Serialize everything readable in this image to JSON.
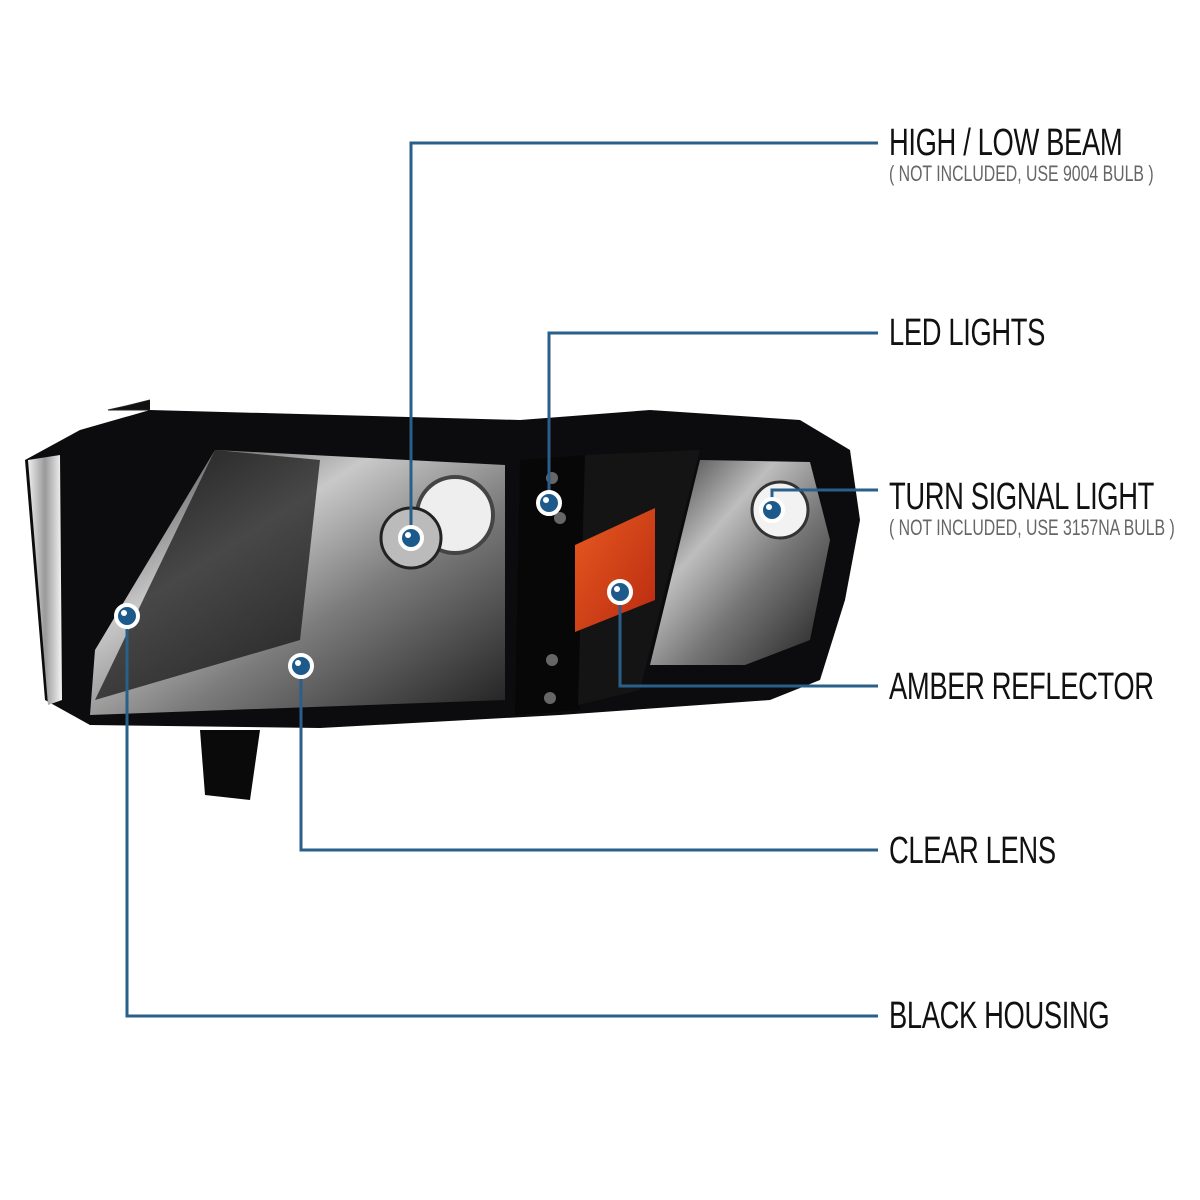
{
  "colors": {
    "line": "#2a5f8a",
    "dot": "#1d5a8c",
    "title": "#111111",
    "subtitle": "#666666"
  },
  "callouts": [
    {
      "title": "HIGH / LOW BEAM",
      "subtitle": "( NOT INCLUDED, USE  9004  BULB )"
    },
    {
      "title": "LED LIGHTS"
    },
    {
      "title": "TURN SIGNAL LIGHT",
      "subtitle": "( NOT INCLUDED, USE  3157NA  BULB )"
    },
    {
      "title": "AMBER REFLECTOR"
    },
    {
      "title": "CLEAR LENS"
    },
    {
      "title": "BLACK HOUSING"
    }
  ]
}
